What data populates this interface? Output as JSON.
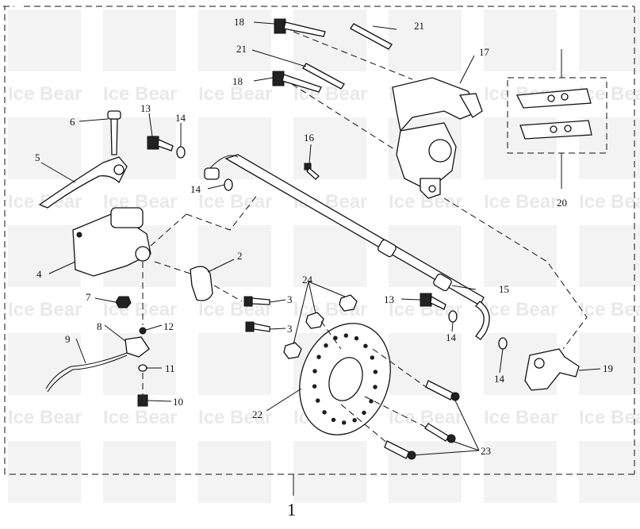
{
  "watermark": {
    "text": "Ice Bear"
  },
  "assembly_label": "1",
  "callouts": {
    "c2": "2",
    "c3a": "3",
    "c3b": "3",
    "c4": "4",
    "c5": "5",
    "c6": "6",
    "c7": "7",
    "c8": "8",
    "c9": "9",
    "c10": "10",
    "c11": "11",
    "c12": "12",
    "c13a": "13",
    "c13b": "13",
    "c14a": "14",
    "c14b": "14",
    "c14c": "14",
    "c14d": "14",
    "c15": "15",
    "c16": "16",
    "c17": "17",
    "c18a": "18",
    "c18b": "18",
    "c19": "19",
    "c20": "20",
    "c21a": "21",
    "c21b": "21",
    "c22": "22",
    "c23": "23",
    "c24": "24"
  },
  "colors": {
    "line": "#111111",
    "watermark": "#e9e9e9"
  }
}
